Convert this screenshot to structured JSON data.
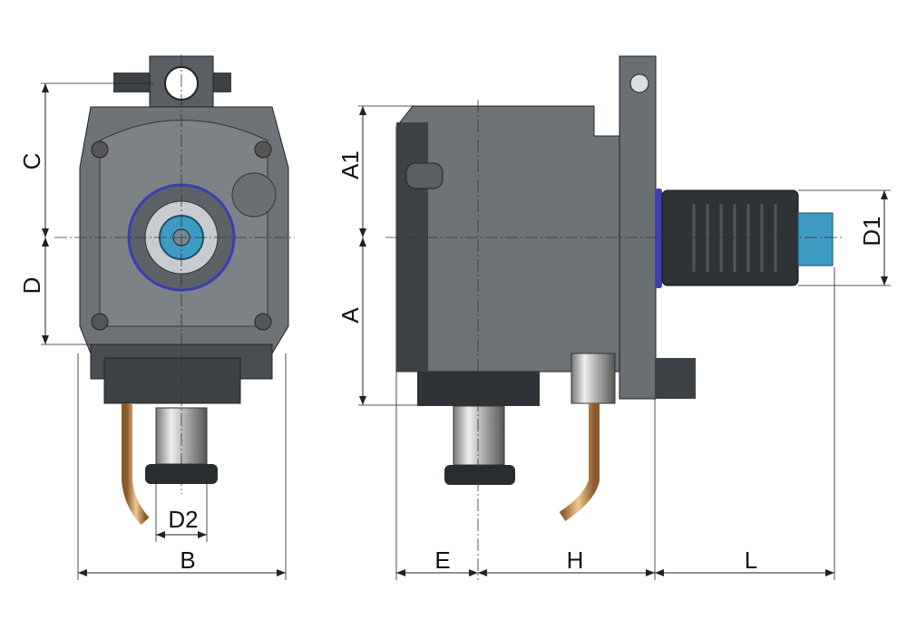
{
  "title": "Driven tool holder dimension drawing",
  "dimensions": {
    "C": "C",
    "D": "D",
    "B": "B",
    "D2": "D2",
    "A1": "A1",
    "A": "A",
    "D1": "D1",
    "E": "E",
    "H": "H",
    "L": "L"
  },
  "colors": {
    "body": "#6e7378",
    "body_dark": "#3d4145",
    "ring": "#3a3fb0",
    "spindle": "#3d9bc4",
    "coolant_pipe": "#c8965a"
  }
}
